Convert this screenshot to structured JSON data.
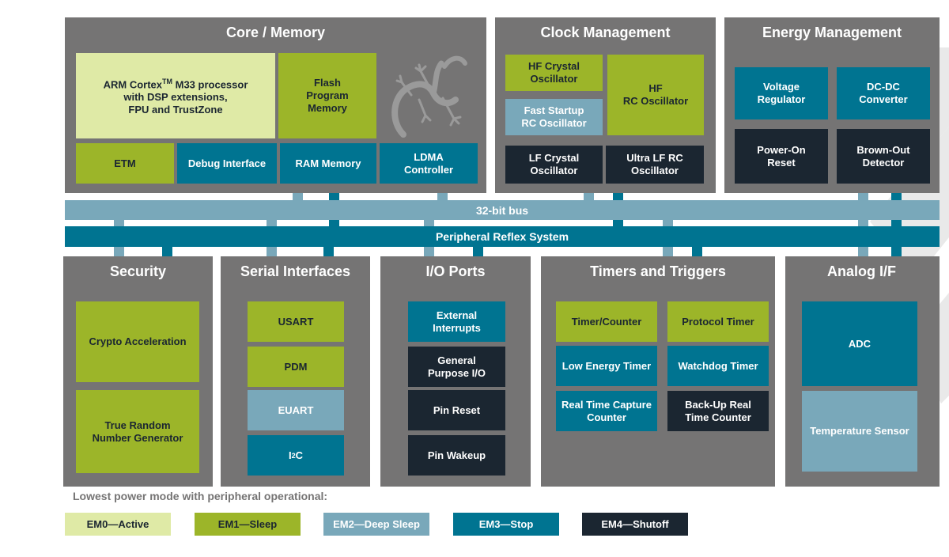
{
  "colors": {
    "panel": "#757474",
    "em0": "#dfeaa6",
    "em1": "#9cb529",
    "em2": "#79a8ba",
    "em3": "#007491",
    "em4": "#1b2631"
  },
  "logo_icon": "gecko-icon",
  "core": {
    "title": "Core / Memory",
    "arm_line1": "ARM Cortex",
    "arm_tm": "TM",
    "arm_line1b": " M33 processor",
    "arm_line2": "with DSP extensions,",
    "arm_line3": "FPU and TrustZone",
    "flash": "Flash Program Memory",
    "etm": "ETM",
    "debug": "Debug Interface",
    "ram": "RAM Memory",
    "ldma": "LDMA Controller"
  },
  "clock": {
    "title": "Clock Management",
    "hf_crystal": "HF Crystal Oscillator",
    "hf_rc_line1": "HF",
    "hf_rc_line2": "RC Oscillator",
    "fast_startup": "Fast Startup RC Oscillator",
    "lf_crystal": "LF Crystal Oscillator",
    "ultra_lf": "Ultra LF RC Oscillator"
  },
  "energy": {
    "title": "Energy Management",
    "voltage": "Voltage Regulator",
    "dcdc": "DC-DC Converter",
    "por": "Power-On Reset",
    "bod": "Brown-Out Detector"
  },
  "bus": {
    "bus32": "32-bit bus",
    "prs": "Peripheral Reflex System"
  },
  "security": {
    "title": "Security",
    "crypto": "Crypto Acceleration",
    "trng": "True Random Number Generator"
  },
  "serial": {
    "title": "Serial Interfaces",
    "usart": "USART",
    "pdm": "PDM",
    "euart": "EUART",
    "i2c_i": "I",
    "i2c_sup": "2",
    "i2c_c": "C"
  },
  "io": {
    "title": "I/O Ports",
    "ext_int": "External Interrupts",
    "gpio": "General Purpose I/O",
    "pin_reset": "Pin Reset",
    "pin_wakeup": "Pin Wakeup"
  },
  "timers": {
    "title": "Timers and Triggers",
    "timer_counter": "Timer/Counter",
    "protocol": "Protocol Timer",
    "letimer": "Low Energy Timer",
    "watchdog": "Watchdog Timer",
    "rtcc": "Real Time Capture Counter",
    "backup_rtc": "Back-Up Real Time Counter"
  },
  "analog": {
    "title": "Analog I/F",
    "adc": "ADC",
    "temp": "Temperature Sensor"
  },
  "legend": {
    "title": "Lowest power mode with peripheral operational:",
    "em0": "EM0—Active",
    "em1": "EM1—Sleep",
    "em2": "EM2—Deep Sleep",
    "em3": "EM3—Stop",
    "em4": "EM4—Shutoff"
  }
}
